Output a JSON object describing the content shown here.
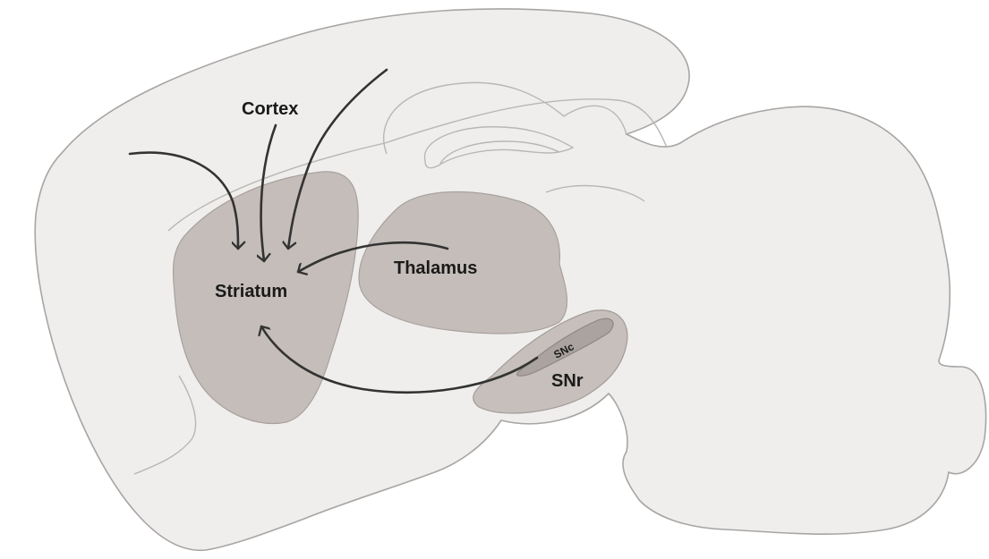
{
  "diagram": {
    "labels": {
      "cortex": "Cortex",
      "striatum": "Striatum",
      "thalamus": "Thalamus",
      "snr": "SNr",
      "snc": "SNc"
    },
    "colors": {
      "brain_fill": "#efeeed",
      "brain_outline": "#a8a5a3",
      "region_fill": "#c4bdb9",
      "snc_fill": "#aaa39f",
      "arrow": "#333333"
    },
    "connections": [
      {
        "from": "Cortex",
        "to": "Striatum"
      },
      {
        "from": "Cortex",
        "to": "Striatum"
      },
      {
        "from": "Cortex",
        "to": "Striatum"
      },
      {
        "from": "Thalamus",
        "to": "Striatum"
      },
      {
        "from": "SNc",
        "to": "Striatum"
      }
    ]
  }
}
